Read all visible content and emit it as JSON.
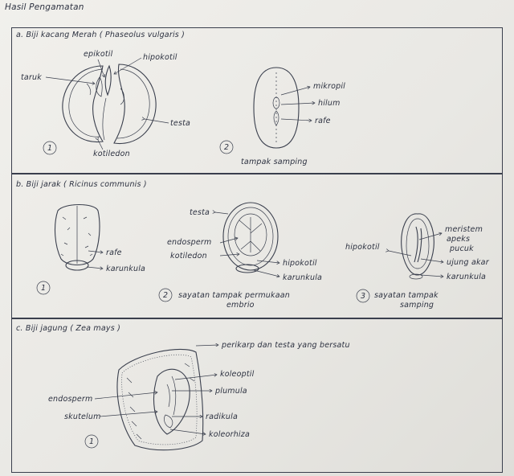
{
  "header": "Hasil Pengamatan",
  "sections": {
    "a": {
      "title": "a.  Biji kacang  Merah  ( Phaseolus vulgaris )",
      "figure_1": {
        "number": "1",
        "labels": {
          "epikotil": "epikotil",
          "hipokotil": "hipokotil",
          "taruk": "taruk",
          "testa": "testa",
          "kotiledon": "kotiledon"
        }
      },
      "figure_2": {
        "number": "2",
        "caption": "tampak samping",
        "labels": {
          "mikropil": "mikropil",
          "hilum": "hilum",
          "rafe": "rafe"
        }
      }
    },
    "b": {
      "title": "b.  Biji jarak  ( Ricinus communis )",
      "figure_1": {
        "number": "1",
        "labels": {
          "rafe": "rafe",
          "karunkula": "karunkula"
        }
      },
      "figure_2": {
        "number": "2",
        "caption_line1": "sayatan tampak permukaan",
        "caption_line2": "embrio",
        "labels": {
          "testa": "testa",
          "endosperm": "endosperm",
          "kotiledon": "kotiledon",
          "hipokotil": "hipokotil",
          "karunkula": "karunkula"
        }
      },
      "figure_3": {
        "number": "3",
        "caption_line1": "sayatan tampak",
        "caption_line2": "samping",
        "labels": {
          "hipokotil": "hipokotil",
          "meristem_line1": "meristem",
          "meristem_line2": "apeks",
          "meristem_line3": "pucuk",
          "ujung_akar": "ujung akar",
          "karunkula": "karunkula"
        }
      }
    },
    "c": {
      "title": "c.  Biji jagung  ( Zea mays )",
      "figure_1": {
        "number": "1",
        "labels": {
          "perikarp": "perikarp dan testa yang bersatu",
          "koleoptil": "koleoptil",
          "plumula": "plumula",
          "endosperm": "endosperm",
          "skutelum": "skutelum",
          "radikula": "radikula",
          "koleorhiza": "koleorhiza"
        }
      }
    }
  },
  "colors": {
    "ink": "#3a3f4d",
    "paper": "#efeeea"
  }
}
